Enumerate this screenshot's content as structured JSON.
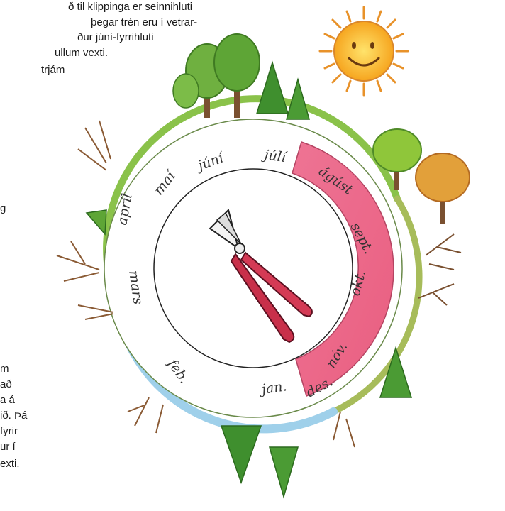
{
  "text_top": [
    "ð til klippinga er seinnihluti",
    "þegar trén eru í vetrar-",
    "ður júní-fyrrihluti",
    "ullum vexti.",
    "trjám"
  ],
  "text_mid": [
    "g"
  ],
  "text_bottom": [
    "m",
    "að",
    "a á",
    "ið. Þá",
    "fyrir",
    "ur í",
    "exti."
  ],
  "months": [
    "jan.",
    "feb.",
    "mars",
    "apríl",
    "maí",
    "júní",
    "júlí",
    "ágúst",
    "sept.",
    "okt.",
    "nóv.",
    "des."
  ],
  "pruning_period": {
    "start_month": "ágúst",
    "end_month": "nóv."
  },
  "icons": {
    "sun": "smiling-sun-icon",
    "tool": "pruning-shears-icon"
  },
  "colors": {
    "pruning_band": "#e8567a",
    "pruning_band_light": "#f59bb2",
    "ground": "#8ac24a",
    "winter_ground": "#9fd0ea",
    "sun": "#f7b529",
    "shears": "#c8304a"
  }
}
